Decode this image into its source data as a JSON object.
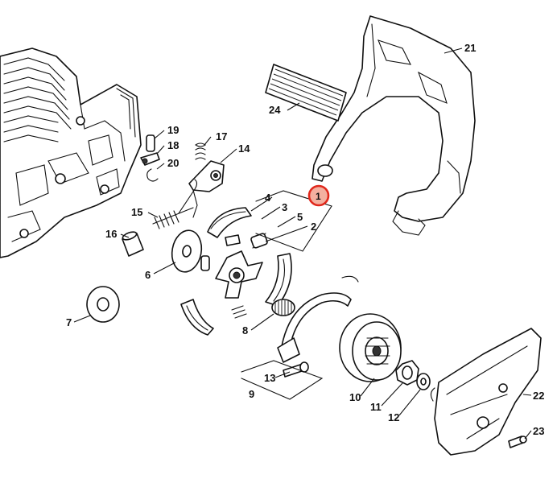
{
  "callouts": {
    "c1": "1",
    "c2": "2",
    "c3": "3",
    "c4": "4",
    "c5": "5",
    "c6": "6",
    "c7": "7",
    "c8": "8",
    "c9": "9",
    "c10": "10",
    "c11": "11",
    "c12": "12",
    "c13": "13",
    "c14": "14",
    "c15": "15",
    "c16": "16",
    "c17": "17",
    "c18": "18",
    "c19": "19",
    "c20": "20",
    "c21": "21",
    "c22": "22",
    "c23": "23",
    "c24": "24"
  },
  "highlight": {
    "part_number": "1",
    "ring_color": "#e0281c",
    "fill_color": "#f3b0a0"
  }
}
